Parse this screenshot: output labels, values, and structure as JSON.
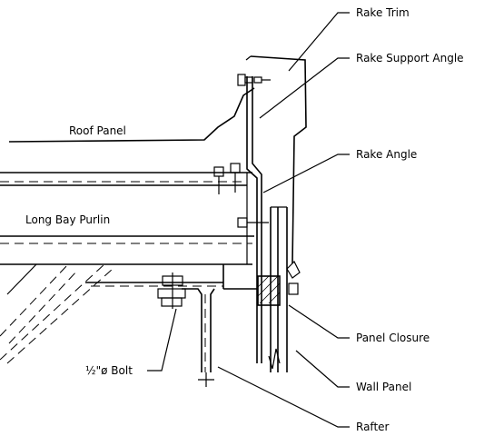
{
  "labels": {
    "rake_trim": "Rake Trim",
    "rake_support_angle": "Rake Support Angle",
    "roof_panel": "Roof Panel",
    "rake_angle": "Rake Angle",
    "long_bay_purlin": "Long Bay Purlin",
    "panel_closure": "Panel Closure",
    "bolt": "½\"ø Bolt",
    "wall_panel": "Wall Panel",
    "rafter": "Rafter"
  }
}
